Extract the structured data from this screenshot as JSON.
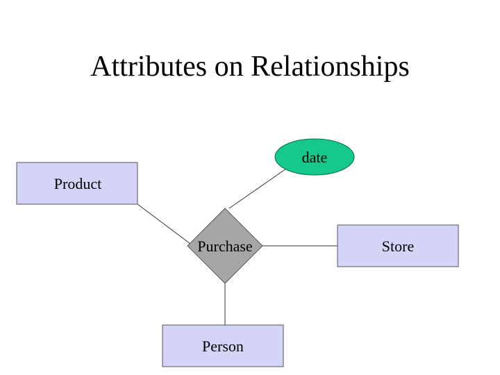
{
  "title": "Attributes on Relationships",
  "colors": {
    "entity_fill": "#d4d4f8",
    "entity_stroke": "#555555",
    "relationship_fill": "#a6a6a6",
    "attribute_fill": "#14c98a",
    "attribute_stroke": "#0b6b46"
  },
  "entities": {
    "product": "Product",
    "store": "Store",
    "person": "Person"
  },
  "relationship": {
    "label": "Purchase"
  },
  "attribute": {
    "label": "date"
  }
}
